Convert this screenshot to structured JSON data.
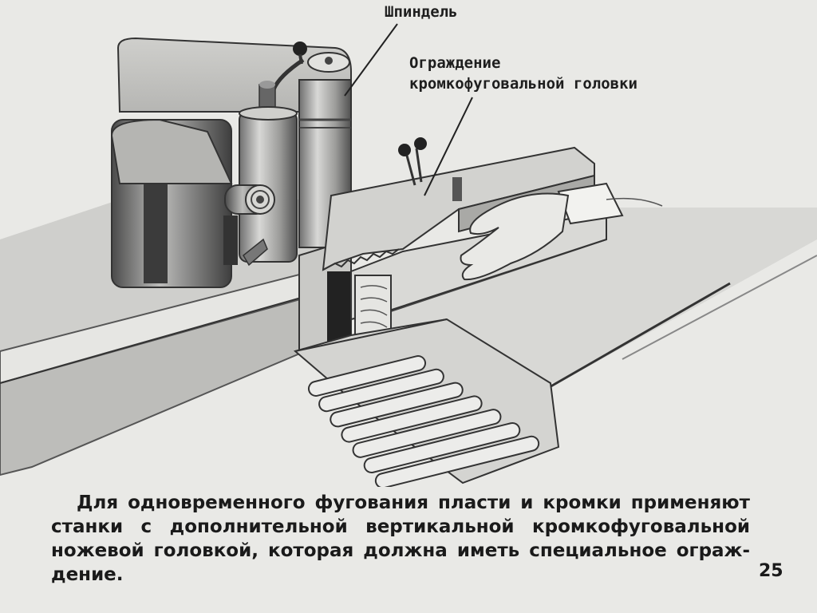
{
  "labels": {
    "spindle": "Шпиндель",
    "guard_line1": "Ограждение",
    "guard_line2": "кромкофуговальной головки"
  },
  "caption": {
    "line1": "Для одновременного фугования пласти и кромки применяют",
    "line2": "станки с дополнительной вертикальной кромкофуговальной",
    "line3": "ножевой головкой, которая должна иметь специальное ограж-",
    "line4": "дение."
  },
  "page_number": "25"
}
